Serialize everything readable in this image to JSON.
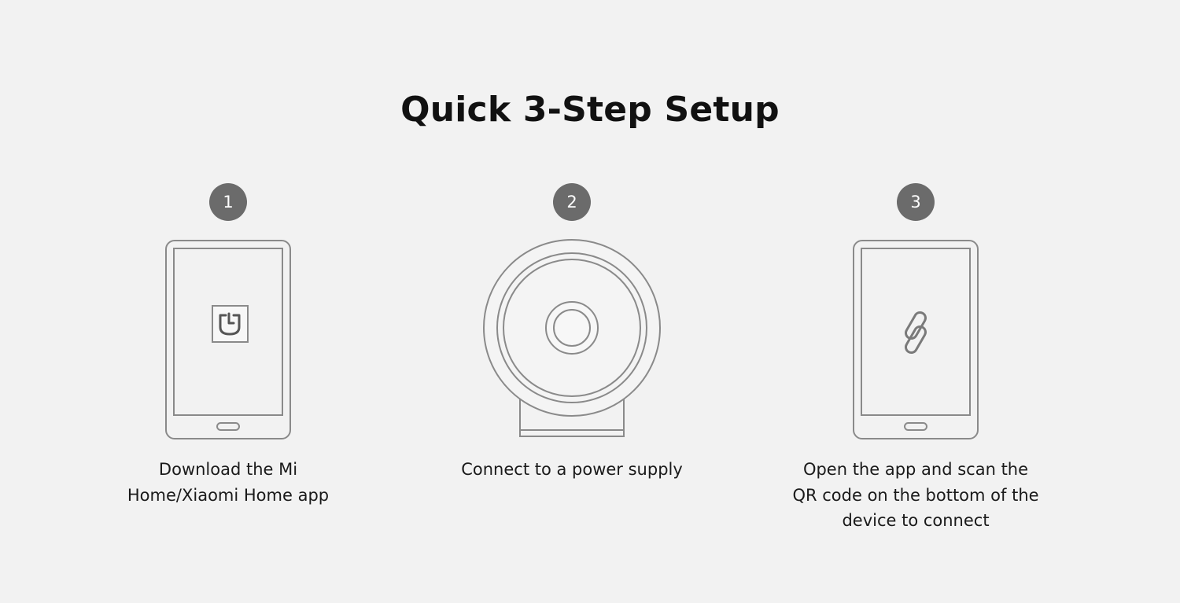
{
  "page": {
    "title": "Quick 3-Step Setup"
  },
  "steps": [
    {
      "number": "1",
      "icon": "phone-with-mi-home-app-icon",
      "caption_lines": [
        "Download the Mi",
        "Home/Xiaomi Home app"
      ]
    },
    {
      "number": "2",
      "icon": "camera-device-icon",
      "caption_lines": [
        "Connect to a power supply"
      ]
    },
    {
      "number": "3",
      "icon": "phone-with-link-icon",
      "caption_lines": [
        "Open the app and scan the",
        "QR code on the bottom of the",
        "device to connect"
      ]
    }
  ],
  "colors": {
    "background": "#f2f2f2",
    "badge": "#6b6b6b",
    "line_art": "#8a8a8a",
    "text": "#1a1a1a"
  }
}
